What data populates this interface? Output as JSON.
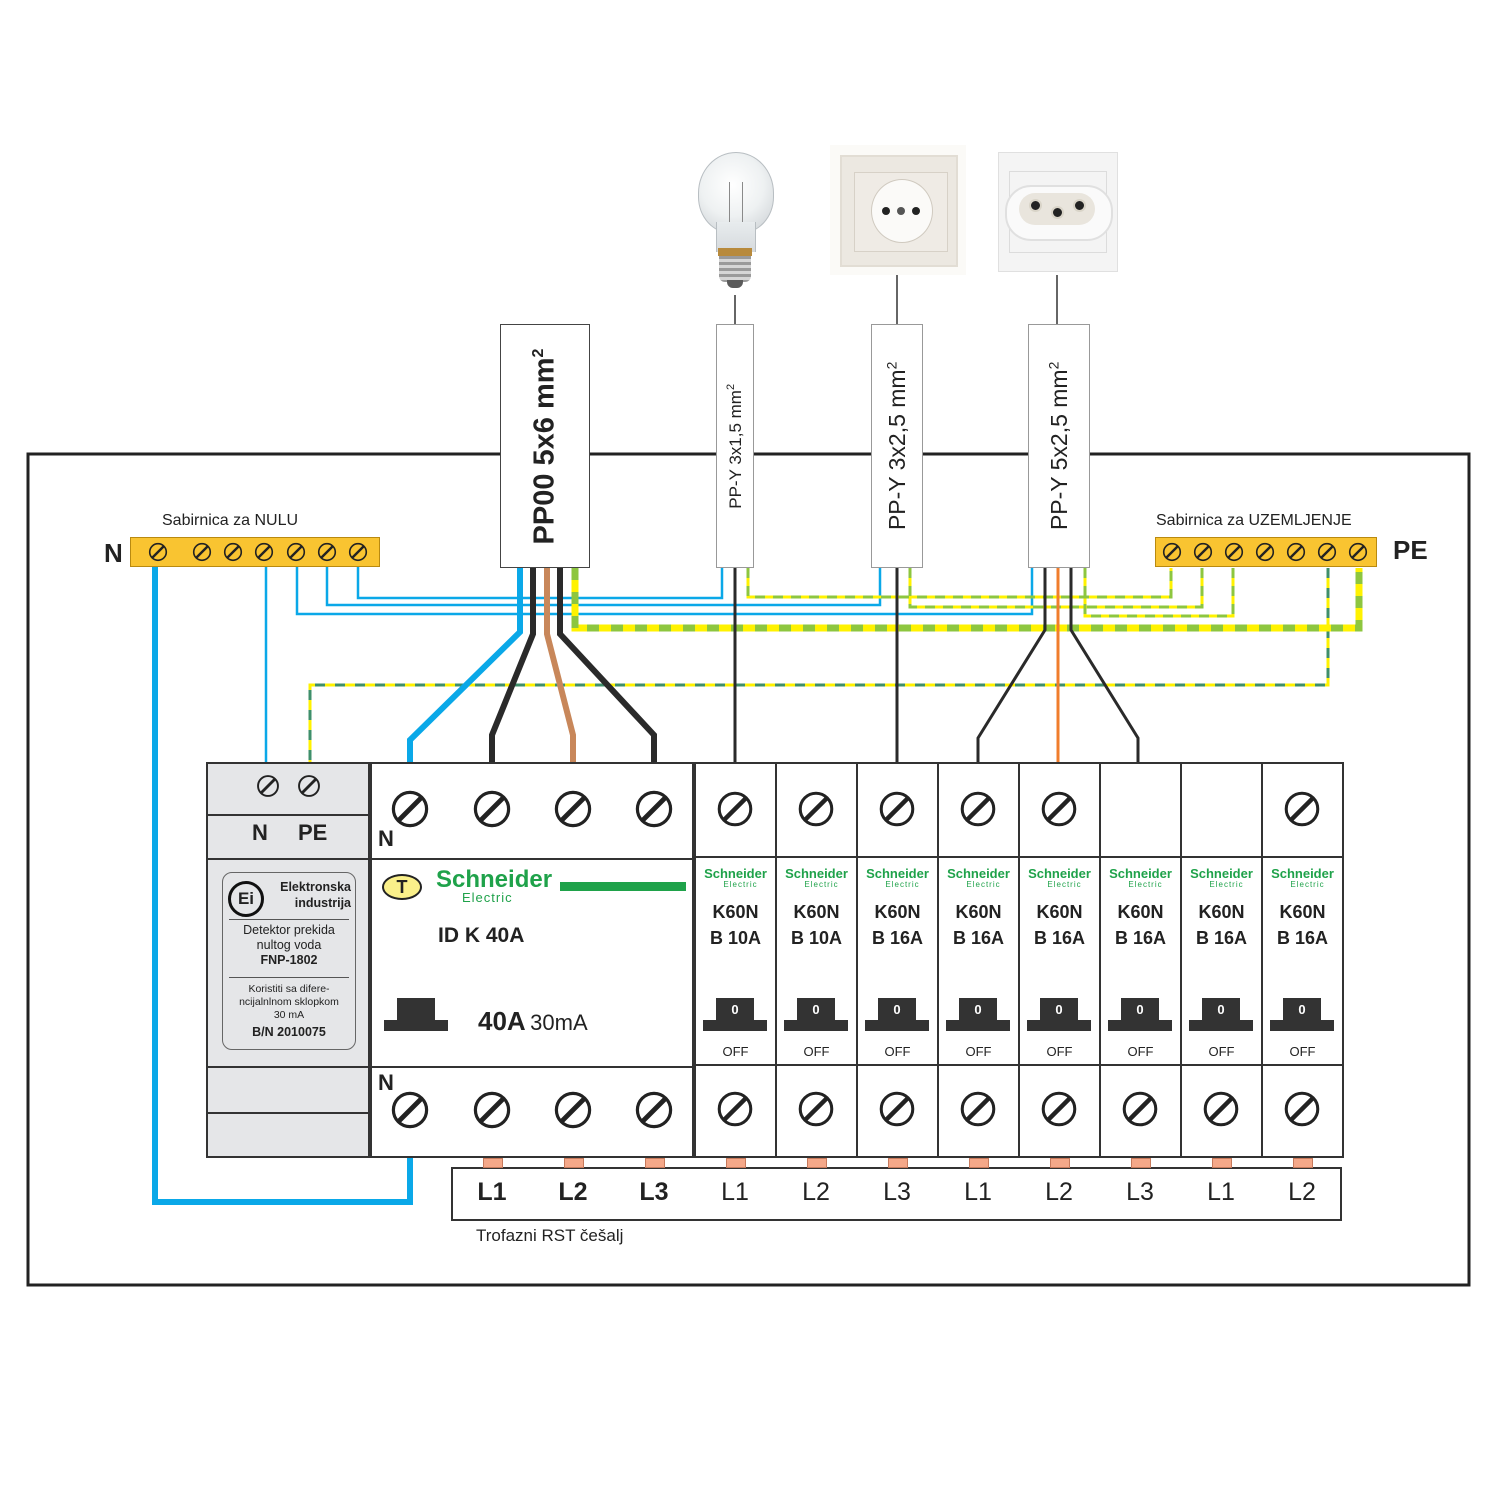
{
  "devices": {
    "lamp": {
      "name": "light-bulb"
    },
    "socket_schuko": {
      "name": "schuko-socket"
    },
    "socket_three_pin": {
      "name": "three-pin-socket"
    }
  },
  "cables": [
    {
      "label": "PP00 5x6 mm",
      "sup": "2"
    },
    {
      "label": "PP-Y 3x1,5 mm",
      "sup": "2"
    },
    {
      "label": "PP-Y 3x2,5 mm",
      "sup": "2"
    },
    {
      "label": "PP-Y 5x2,5 mm",
      "sup": "2"
    }
  ],
  "busbars": {
    "neutral": {
      "title": "Sabirnica za NULU",
      "tag": "N",
      "terminals": 7
    },
    "earth": {
      "title": "Sabirnica za UZEMLJENJE",
      "tag": "PE",
      "terminals": 7
    }
  },
  "detector": {
    "top_labels": [
      "N",
      "PE"
    ],
    "logo": "Ei",
    "brand_line1": "Elektronska",
    "brand_line2": "industrija",
    "desc_line1": "Detektor prekida",
    "desc_line2": "nultog voda",
    "model": "FNP-1802",
    "note_line1": "Koristiti sa difere-",
    "note_line2": "ncijalnlnom sklopkom",
    "note_line3": "30 mA",
    "serial": "B/N 2010075"
  },
  "rcd": {
    "test_button": "T",
    "brand": "Schneider",
    "brand_sub": "Electric",
    "model": "ID K 40A",
    "rating": "40A",
    "sensitivity": "30mA",
    "n_label_top": "N",
    "n_label_bottom": "N"
  },
  "breakers": [
    {
      "brand": "Schneider",
      "brand_sub": "Electric",
      "model": "K60N",
      "rating": "B 10A",
      "toggle": "0",
      "state": "OFF",
      "top_terminal": true
    },
    {
      "brand": "Schneider",
      "brand_sub": "Electric",
      "model": "K60N",
      "rating": "B 10A",
      "toggle": "0",
      "state": "OFF",
      "top_terminal": true
    },
    {
      "brand": "Schneider",
      "brand_sub": "Electric",
      "model": "K60N",
      "rating": "B 16A",
      "toggle": "0",
      "state": "OFF",
      "top_terminal": true
    },
    {
      "brand": "Schneider",
      "brand_sub": "Electric",
      "model": "K60N",
      "rating": "B 16A",
      "toggle": "0",
      "state": "OFF",
      "top_terminal": true
    },
    {
      "brand": "Schneider",
      "brand_sub": "Electric",
      "model": "K60N",
      "rating": "B 16A",
      "toggle": "0",
      "state": "OFF",
      "top_terminal": true
    },
    {
      "brand": "Schneider",
      "brand_sub": "Electric",
      "model": "K60N",
      "rating": "B 16A",
      "toggle": "0",
      "state": "OFF",
      "top_terminal": false
    },
    {
      "brand": "Schneider",
      "brand_sub": "Electric",
      "model": "K60N",
      "rating": "B 16A",
      "toggle": "0",
      "state": "OFF",
      "top_terminal": false
    },
    {
      "brand": "Schneider",
      "brand_sub": "Electric",
      "model": "K60N",
      "rating": "B 16A",
      "toggle": "0",
      "state": "OFF",
      "top_terminal": true
    }
  ],
  "comb": {
    "caption": "Trofazni RST češalj",
    "phases": [
      {
        "label": "L1",
        "bold": true
      },
      {
        "label": "L2",
        "bold": true
      },
      {
        "label": "L3",
        "bold": true
      },
      {
        "label": "L1",
        "bold": false
      },
      {
        "label": "L2",
        "bold": false
      },
      {
        "label": "L3",
        "bold": false
      },
      {
        "label": "L1",
        "bold": false
      },
      {
        "label": "L2",
        "bold": false
      },
      {
        "label": "L3",
        "bold": false
      },
      {
        "label": "L1",
        "bold": false
      },
      {
        "label": "L2",
        "bold": false
      }
    ]
  },
  "colors": {
    "neutral_wire": "#0aa8e8",
    "phase_black": "#2a2a2a",
    "phase_brown": "#c8875a",
    "phase_orange": "#f07d2c",
    "earth_yellow": "#fff200",
    "earth_green": "#8dc63f",
    "busbar": "#f9c431",
    "schneider_green": "#1fa24a",
    "comb_pin": "#f5a889",
    "detector_bg": "#e5e6e8"
  }
}
